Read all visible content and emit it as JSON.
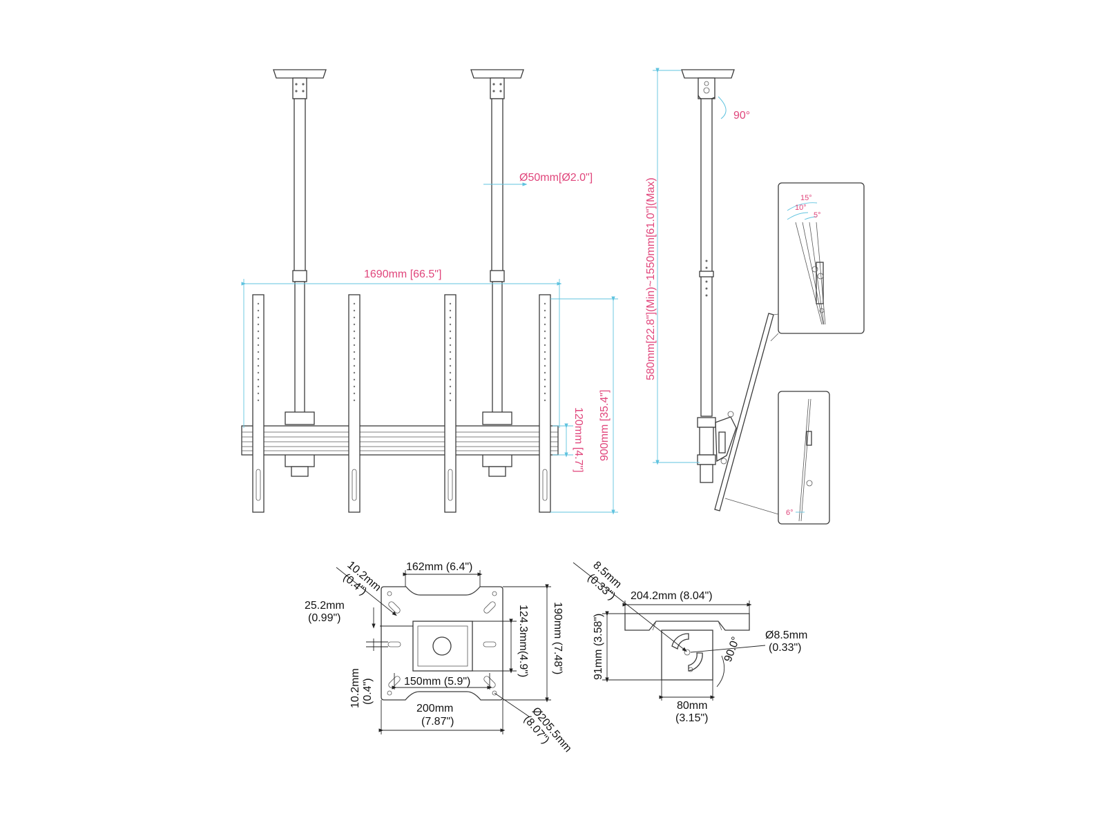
{
  "colors": {
    "dimension_text": "#e0457b",
    "dimension_line": "#5fc3df",
    "line": "#3a3a3a"
  },
  "front_view": {
    "pole_diameter": "Ø50mm[Ø2.0\"]",
    "total_width": "1690mm [66.5\"]",
    "rail_height": "120mm [4.7\"]",
    "upright_height": "900mm [35.4\"]"
  },
  "side_view": {
    "swivel_angle": "90°",
    "pole_length": "580mm[22.8\"](Min)~1550mm[61.0\"](Max)",
    "tilt_15": "15°",
    "tilt_10": "10°",
    "tilt_5": "5°",
    "tilt_6": "6°"
  },
  "ceiling_plate": {
    "hole_size_line1": "10.2mm",
    "hole_size_line2": "(0.4\")",
    "top_width": "162mm (6.4\")",
    "offset_line1": "25.2mm",
    "offset_line2": "(0.99\")",
    "inner_height": "124.3mm(4.9\")",
    "outer_height": "190mm  (7.48\")",
    "slot_line1": "10.2mm",
    "slot_line2": "(0.4\")",
    "hole_spacing": "150mm (5.9\")",
    "width_line1": "200mm",
    "width_line2": "(7.87\")",
    "circle_line1": "Ø205.5mm",
    "circle_line2": "(8.07\")"
  },
  "bracket": {
    "hole_line1": "8.5mm",
    "hole_line2": "(0.33\")",
    "width": "204.2mm (8.04\")",
    "height": "91mm (3.58\")",
    "diameter_line1": "Ø8.5mm",
    "diameter_line2": "(0.33\")",
    "angle": "90.0°",
    "base_line1": "80mm",
    "base_line2": "(3.15\")"
  }
}
